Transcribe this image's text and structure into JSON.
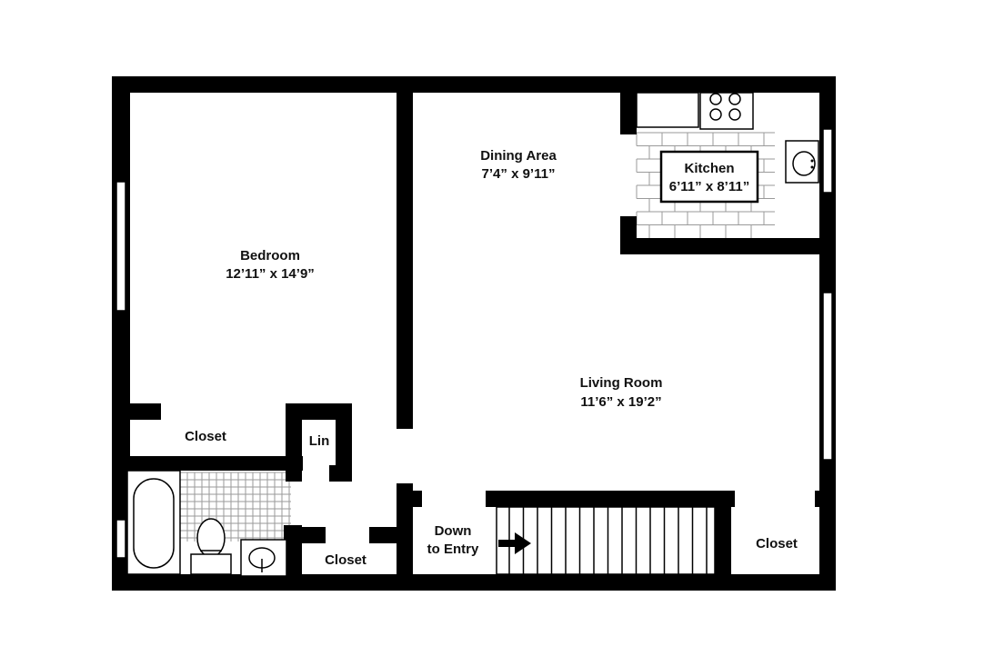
{
  "rooms": {
    "bedroom": {
      "name": "Bedroom",
      "dims": "12’11” x 14’9”"
    },
    "dining": {
      "name": "Dining Area",
      "dims": "7’4” x 9’11”"
    },
    "kitchen": {
      "name": "Kitchen",
      "dims": "6’11” x 8’11”"
    },
    "living": {
      "name": "Living Room",
      "dims": "11’6” x 19’2”"
    },
    "bedroom_closet": {
      "name": "Closet"
    },
    "linen": {
      "name": "Lin"
    },
    "hall_closet": {
      "name": "Closet"
    },
    "entry_closet": {
      "name": "Closet"
    },
    "stairs": {
      "line1": "Down",
      "line2": "to Entry"
    }
  },
  "colors": {
    "wall": "#000000",
    "background": "#ffffff",
    "tile": "#9a9a9a"
  }
}
